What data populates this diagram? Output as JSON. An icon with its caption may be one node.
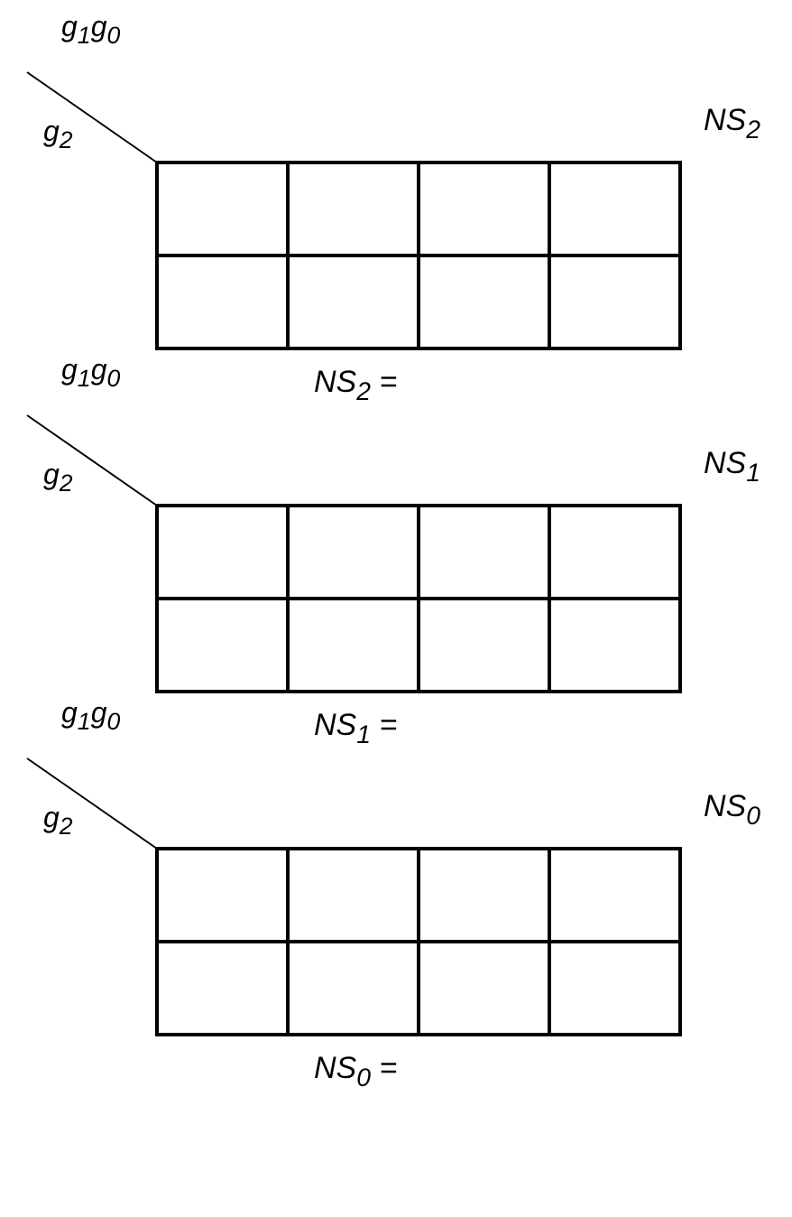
{
  "diagram": {
    "labels": [
      "g$_{1}$g$_{0}$",
      "g$_{2}$",
      "NS$_{2}$",
      "NS$_{2}$ =",
      "g$_{1}$g$_{0}$",
      "g$_{2}$",
      "NS$_{1}$",
      "NS$_{1}$ =",
      "g$_{1}$g$_{0}$",
      "g$_{2}$",
      "NS$_{0}$",
      "NS$_{0}$ ="
    ]
  }
}
